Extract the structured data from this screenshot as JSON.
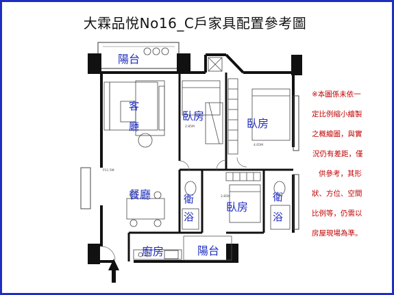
{
  "title": "大霖品悅No16_C戶家具配置參考圖",
  "rooms": {
    "balcony_top": "陽台",
    "living": "客廳",
    "bedroom1": "臥房",
    "bedroom2": "臥房",
    "dining": "餐廳",
    "bath1": "衛浴",
    "bedroom3": "臥房",
    "bath2": "衛浴",
    "kitchen": "廚房",
    "balcony_bottom": "陽台"
  },
  "dimensions": {
    "bedroom1": "2.85M",
    "bedroom2": "4.05M",
    "bedroom3": "2.85M",
    "dining": "P11.5M"
  },
  "note_lines": [
    "※本圖係未依一",
    "定比例縮小繪製",
    "之概繪圖，與實",
    "況仍有差距，僅",
    "供參考，其形",
    "狀、方位、空間",
    "比例等，仍需以",
    "房屋現場為準。"
  ],
  "colors": {
    "frame": "#1f2dbf",
    "label": "#1f2dbf",
    "note": "#c00000"
  }
}
